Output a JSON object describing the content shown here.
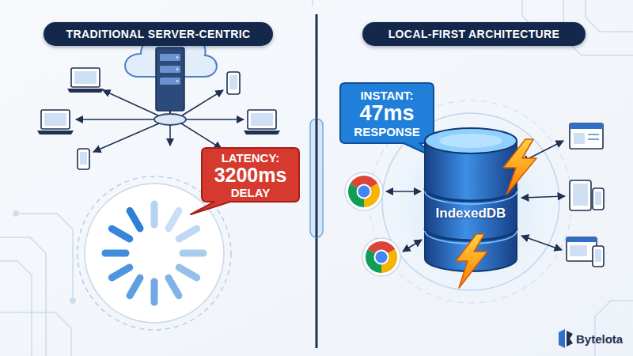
{
  "diagram": {
    "nodes": [
      {
        "text": [
          "TRADITIONAL SERVER-CENTRIC"
        ]
      },
      {
        "text": [
          "LATENCY:",
          "3200ms",
          "DELAY"
        ]
      },
      {
        "text": [
          "LOCAL-FIRST ARCHITECTURE"
        ]
      },
      {
        "text": [
          "INSTANT:",
          "47ms",
          "RESPONSE"
        ]
      },
      {
        "text": [
          "IndexedDB"
        ]
      }
    ],
    "labels": [
      "Bytelota"
    ]
  }
}
